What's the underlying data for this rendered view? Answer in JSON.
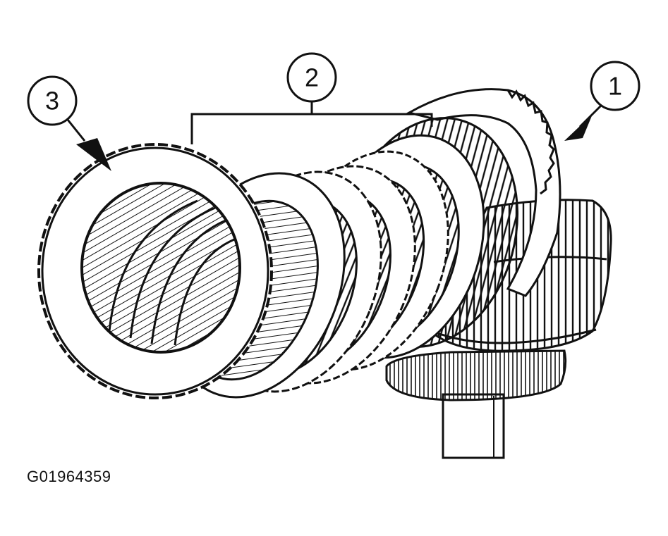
{
  "callouts": [
    {
      "id": "1",
      "label": "1"
    },
    {
      "id": "2",
      "label": "2"
    },
    {
      "id": "3",
      "label": "3"
    }
  ],
  "figure_id": "G01964359",
  "colors": {
    "ink": "#111111",
    "paper": "#ffffff"
  }
}
